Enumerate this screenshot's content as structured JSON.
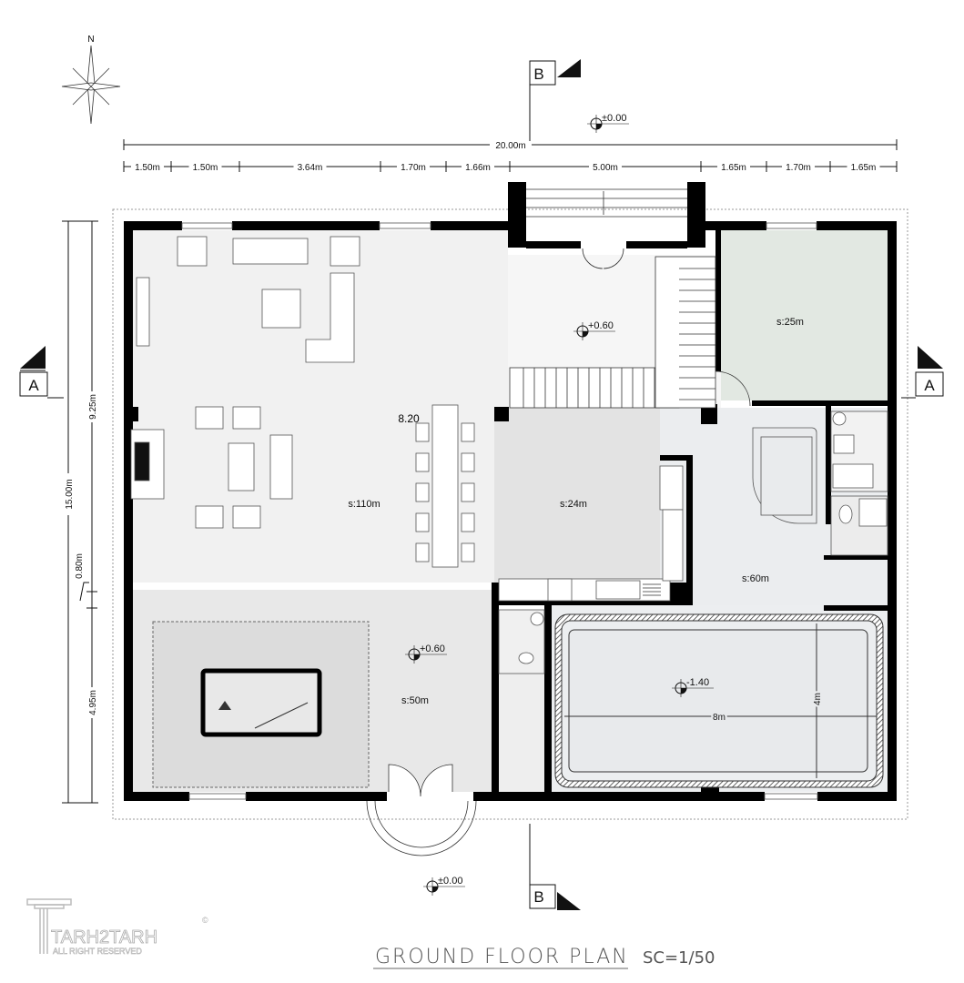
{
  "north_label": "N",
  "title": "GROUND FLOOR PLAN",
  "scale": "SC=1/50",
  "logo": {
    "name": "TARH2TARH",
    "tagline": "ALL RIGHT RESERVED",
    "mark": "©"
  },
  "sections": {
    "a": "A",
    "b": "B"
  },
  "dimensions": {
    "total_width": "20.00m",
    "segments": [
      "1.50m",
      "1.50m",
      "3.64m",
      "1.70m",
      "1.66m",
      "5.00m",
      "1.65m",
      "1.70m",
      "1.65m"
    ],
    "total_height": "15.00m",
    "left_segments": [
      "9.25m",
      "0.80m",
      "4.95m"
    ]
  },
  "levels": {
    "entrance_top": "±0.00",
    "hall": "+0.60",
    "billiard": "+0.60",
    "pool": "-1.40",
    "entrance_bottom": "±0.00",
    "stair_mark": "8.20"
  },
  "rooms": {
    "living": "s:110m",
    "kitchen": "s:24m",
    "bedroom": "s:25m",
    "pool_hall": "s:60m",
    "billiard": "s:50m"
  },
  "pool": {
    "length": "8m",
    "width": "4m"
  },
  "colors": {
    "wall": "#000000",
    "living": "#f1f1f1",
    "kitchen": "#e3e3e3",
    "bedroom": "#e2e8e2",
    "pool": "#eceef0",
    "billiard": "#dcdcdc"
  }
}
